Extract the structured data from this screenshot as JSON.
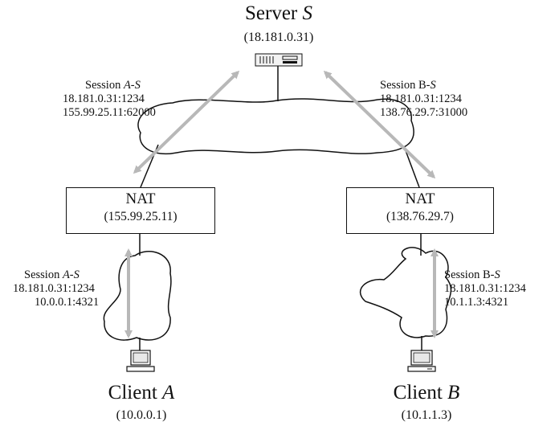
{
  "server": {
    "label": "Server",
    "var": "S",
    "ip": "(18.181.0.31)",
    "icon": "server-icon"
  },
  "nat_a": {
    "label": "NAT",
    "ip": "(155.99.25.11)"
  },
  "nat_b": {
    "label": "NAT",
    "ip": "(138.76.29.7)"
  },
  "client_a": {
    "label": "Client",
    "var": "A",
    "ip": "(10.0.0.1)",
    "icon": "computer-icon"
  },
  "client_b": {
    "label": "Client",
    "var": "B",
    "ip": "(10.1.1.3)",
    "icon": "computer-icon"
  },
  "sessions": {
    "top_left": {
      "title": "Session ",
      "var": "A-S",
      "line1": "18.181.0.31:1234",
      "line2": "155.99.25.11:62000"
    },
    "top_right": {
      "title": "Session B-",
      "var": "S",
      "line1": "18.181.0.31:1234",
      "line2": "138.76.29.7:31000"
    },
    "bot_left": {
      "title": "Session ",
      "var": "A-S",
      "line1": "18.181.0.31:1234",
      "line2": "10.0.0.1:4321"
    },
    "bot_right": {
      "title": "Session B-",
      "var": "S",
      "line1": "18.181.0.31:1234",
      "line2": "10.1.1.3:4321"
    }
  },
  "colors": {
    "arrow": "#b8b8b8",
    "line": "#111111"
  }
}
